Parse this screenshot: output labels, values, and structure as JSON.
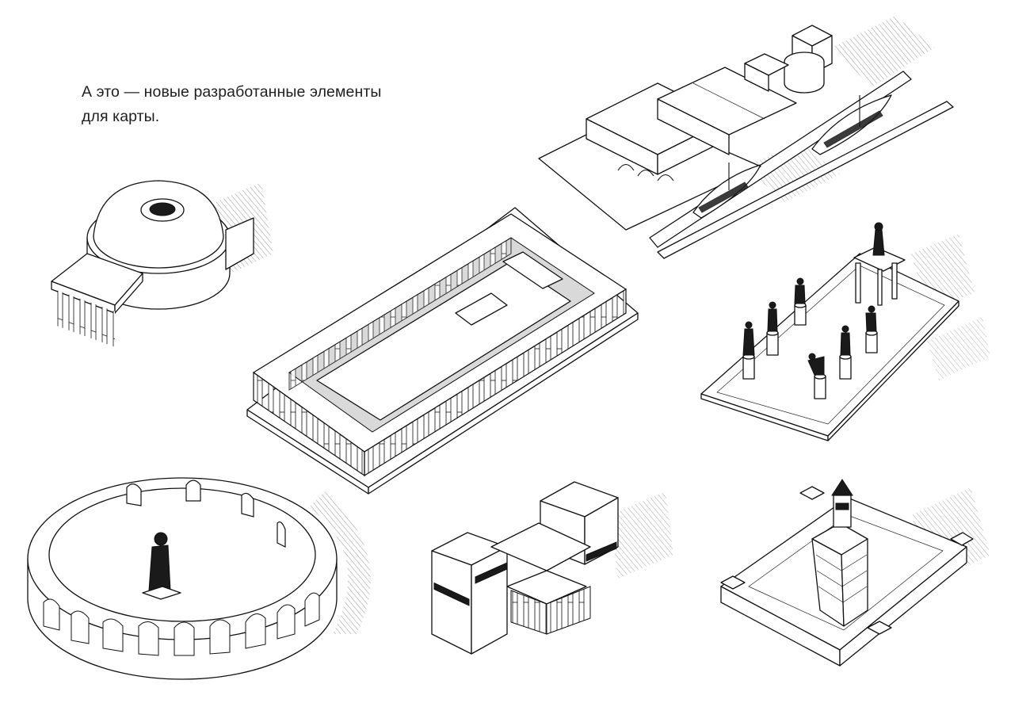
{
  "caption": {
    "line1": "А это — новые разработанные элементы",
    "line2": "для карты."
  },
  "illustrations": [
    {
      "name": "harbor-with-ships"
    },
    {
      "name": "domed-rotunda"
    },
    {
      "name": "peripteral-temple"
    },
    {
      "name": "statue-plaza"
    },
    {
      "name": "circular-arena"
    },
    {
      "name": "gatehouse-temple"
    },
    {
      "name": "lighthouse-complex"
    }
  ],
  "colors": {
    "ink": "#111111",
    "paper": "#ffffff",
    "text": "#1f1f1f"
  }
}
